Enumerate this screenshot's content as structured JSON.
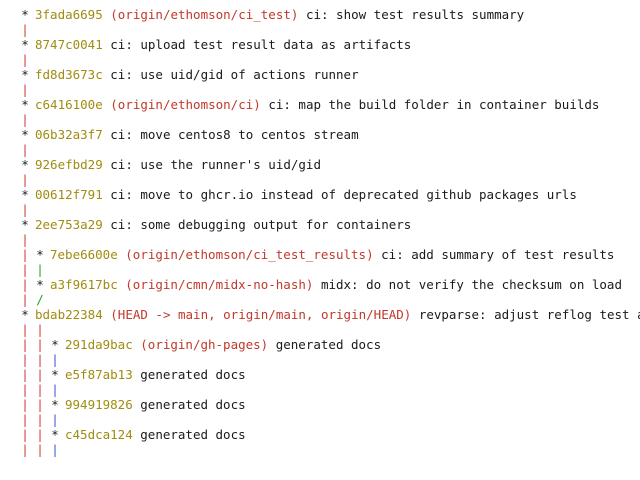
{
  "colors": {
    "hash": "#a08c10",
    "ref": "#c0392b",
    "graph_red": "#d13b2f",
    "graph_green": "#1fa31f",
    "graph_blue": "#3b55d6",
    "text": "#1a1a1a",
    "background": "#ffffff"
  },
  "rows": [
    {
      "type": "commit",
      "graph": [
        {
          "c": 1,
          "t": "*",
          "k": "star"
        }
      ],
      "hash": "3fada6695",
      "refs": "(origin/ethomson/ci_test)",
      "subject": "ci: show test results summary"
    },
    {
      "type": "graph",
      "graph": [
        {
          "c": 1,
          "t": "|",
          "k": "red"
        }
      ]
    },
    {
      "type": "commit",
      "graph": [
        {
          "c": 1,
          "t": "*",
          "k": "star"
        }
      ],
      "hash": "8747c0041",
      "refs": "",
      "subject": "ci: upload test result data as artifacts"
    },
    {
      "type": "graph",
      "graph": [
        {
          "c": 1,
          "t": "|",
          "k": "red"
        }
      ]
    },
    {
      "type": "commit",
      "graph": [
        {
          "c": 1,
          "t": "*",
          "k": "star"
        }
      ],
      "hash": "fd8d3673c",
      "refs": "",
      "subject": "ci: use uid/gid of actions runner"
    },
    {
      "type": "graph",
      "graph": [
        {
          "c": 1,
          "t": "|",
          "k": "red"
        }
      ]
    },
    {
      "type": "commit",
      "graph": [
        {
          "c": 1,
          "t": "*",
          "k": "star"
        }
      ],
      "hash": "c6416100e",
      "refs": "(origin/ethomson/ci)",
      "subject": "ci: map the build folder in container builds"
    },
    {
      "type": "graph",
      "graph": [
        {
          "c": 1,
          "t": "|",
          "k": "red"
        }
      ]
    },
    {
      "type": "commit",
      "graph": [
        {
          "c": 1,
          "t": "*",
          "k": "star"
        }
      ],
      "hash": "06b32a3f7",
      "refs": "",
      "subject": "ci: move centos8 to centos stream"
    },
    {
      "type": "graph",
      "graph": [
        {
          "c": 1,
          "t": "|",
          "k": "red"
        }
      ]
    },
    {
      "type": "commit",
      "graph": [
        {
          "c": 1,
          "t": "*",
          "k": "star"
        }
      ],
      "hash": "926efbd29",
      "refs": "",
      "subject": "ci: use the runner's uid/gid"
    },
    {
      "type": "graph",
      "graph": [
        {
          "c": 1,
          "t": "|",
          "k": "red"
        }
      ]
    },
    {
      "type": "commit",
      "graph": [
        {
          "c": 1,
          "t": "*",
          "k": "star"
        }
      ],
      "hash": "00612f791",
      "refs": "",
      "subject": "ci: move to ghcr.io instead of deprecated github packages urls"
    },
    {
      "type": "graph",
      "graph": [
        {
          "c": 1,
          "t": "|",
          "k": "red"
        }
      ]
    },
    {
      "type": "commit",
      "graph": [
        {
          "c": 1,
          "t": "*",
          "k": "star"
        }
      ],
      "hash": "2ee753a29",
      "refs": "",
      "subject": "ci: some debugging output for containers"
    },
    {
      "type": "graph",
      "graph": [
        {
          "c": 1,
          "t": "|",
          "k": "red"
        }
      ]
    },
    {
      "type": "commit",
      "graph": [
        {
          "c": 1,
          "t": "|",
          "k": "red"
        },
        {
          "c": 2,
          "t": "*",
          "k": "star"
        }
      ],
      "hash": "7ebe6600e",
      "refs": "(origin/ethomson/ci_test_results)",
      "subject": "ci: add summary of test results"
    },
    {
      "type": "graph",
      "graph": [
        {
          "c": 1,
          "t": "|",
          "k": "red"
        },
        {
          "c": 2,
          "t": "|",
          "k": "green"
        }
      ]
    },
    {
      "type": "commit",
      "graph": [
        {
          "c": 1,
          "t": "|",
          "k": "red"
        },
        {
          "c": 2,
          "t": "*",
          "k": "star"
        }
      ],
      "hash": "a3f9617bc",
      "refs": "(origin/cmn/midx-no-hash)",
      "subject": "midx: do not verify the checksum on load"
    },
    {
      "type": "graph",
      "graph": [
        {
          "c": 1,
          "t": "|",
          "k": "red"
        },
        {
          "c": 2,
          "t": "/",
          "k": "green"
        }
      ]
    },
    {
      "type": "commit",
      "graph": [
        {
          "c": 1,
          "t": "*",
          "k": "star"
        }
      ],
      "hash": "bdab22384",
      "refs": "(HEAD -> main, origin/main, origin/HEAD)",
      "subject": "revparse: adjust reflog test as well"
    },
    {
      "type": "graph",
      "graph": [
        {
          "c": 1,
          "t": "|",
          "k": "red"
        },
        {
          "c": 2,
          "t": "|",
          "k": "red"
        }
      ]
    },
    {
      "type": "commit",
      "graph": [
        {
          "c": 1,
          "t": "|",
          "k": "red"
        },
        {
          "c": 2,
          "t": "|",
          "k": "red"
        },
        {
          "c": 3,
          "t": "*",
          "k": "star"
        }
      ],
      "hash": "291da9bac",
      "refs": "(origin/gh-pages)",
      "subject": "generated docs"
    },
    {
      "type": "graph",
      "graph": [
        {
          "c": 1,
          "t": "|",
          "k": "red"
        },
        {
          "c": 2,
          "t": "|",
          "k": "red"
        },
        {
          "c": 3,
          "t": "|",
          "k": "blue"
        }
      ]
    },
    {
      "type": "commit",
      "graph": [
        {
          "c": 1,
          "t": "|",
          "k": "red"
        },
        {
          "c": 2,
          "t": "|",
          "k": "red"
        },
        {
          "c": 3,
          "t": "*",
          "k": "star"
        }
      ],
      "hash": "e5f87ab13",
      "refs": "",
      "subject": "generated docs"
    },
    {
      "type": "graph",
      "graph": [
        {
          "c": 1,
          "t": "|",
          "k": "red"
        },
        {
          "c": 2,
          "t": "|",
          "k": "red"
        },
        {
          "c": 3,
          "t": "|",
          "k": "blue"
        }
      ]
    },
    {
      "type": "commit",
      "graph": [
        {
          "c": 1,
          "t": "|",
          "k": "red"
        },
        {
          "c": 2,
          "t": "|",
          "k": "red"
        },
        {
          "c": 3,
          "t": "*",
          "k": "star"
        }
      ],
      "hash": "994919826",
      "refs": "",
      "subject": "generated docs"
    },
    {
      "type": "graph",
      "graph": [
        {
          "c": 1,
          "t": "|",
          "k": "red"
        },
        {
          "c": 2,
          "t": "|",
          "k": "red"
        },
        {
          "c": 3,
          "t": "|",
          "k": "blue"
        }
      ]
    },
    {
      "type": "commit",
      "graph": [
        {
          "c": 1,
          "t": "|",
          "k": "red"
        },
        {
          "c": 2,
          "t": "|",
          "k": "red"
        },
        {
          "c": 3,
          "t": "*",
          "k": "star"
        }
      ],
      "hash": "c45dca124",
      "refs": "",
      "subject": "generated docs"
    },
    {
      "type": "graph",
      "graph": [
        {
          "c": 1,
          "t": "|",
          "k": "red"
        },
        {
          "c": 2,
          "t": "|",
          "k": "red"
        },
        {
          "c": 3,
          "t": "|",
          "k": "blue"
        }
      ]
    }
  ]
}
